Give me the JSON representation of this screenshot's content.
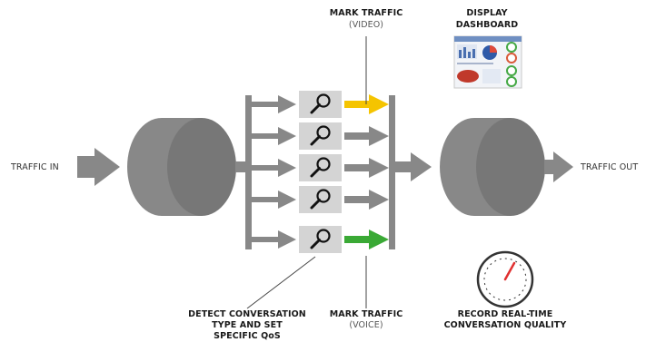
{
  "labels": {
    "traffic_in": "TRAFFIC IN",
    "traffic_out": "TRAFFIC OUT",
    "mark_video_title": "MARK TRAFFIC",
    "mark_video_sub": "(VIDEO)",
    "display_dashboard_1": "DISPLAY",
    "display_dashboard_2": "DASHBOARD",
    "detect_1": "DETECT CONVERSATION",
    "detect_2": "TYPE AND SET",
    "detect_3": "SPECIFIC QoS",
    "mark_voice_title": "MARK TRAFFIC",
    "mark_voice_sub": "(VOICE)",
    "record_1": "RECORD REAL-TIME",
    "record_2": "CONVERSATION QUALITY"
  },
  "icons": {
    "inspection": "magnifier-icon",
    "dashboard": "dashboard-thumbnail-icon",
    "gauge": "gauge-icon"
  },
  "colors": {
    "flow_gray": "#888888",
    "inspect_box": "#d4d4d4",
    "video_arrow": "#f5c400",
    "voice_arrow": "#3aa935",
    "needle": "#e03030"
  },
  "lanes": [
    {
      "class": "video"
    },
    {
      "class": "default"
    },
    {
      "class": "default"
    },
    {
      "class": "default"
    },
    {
      "class": "voice"
    }
  ]
}
